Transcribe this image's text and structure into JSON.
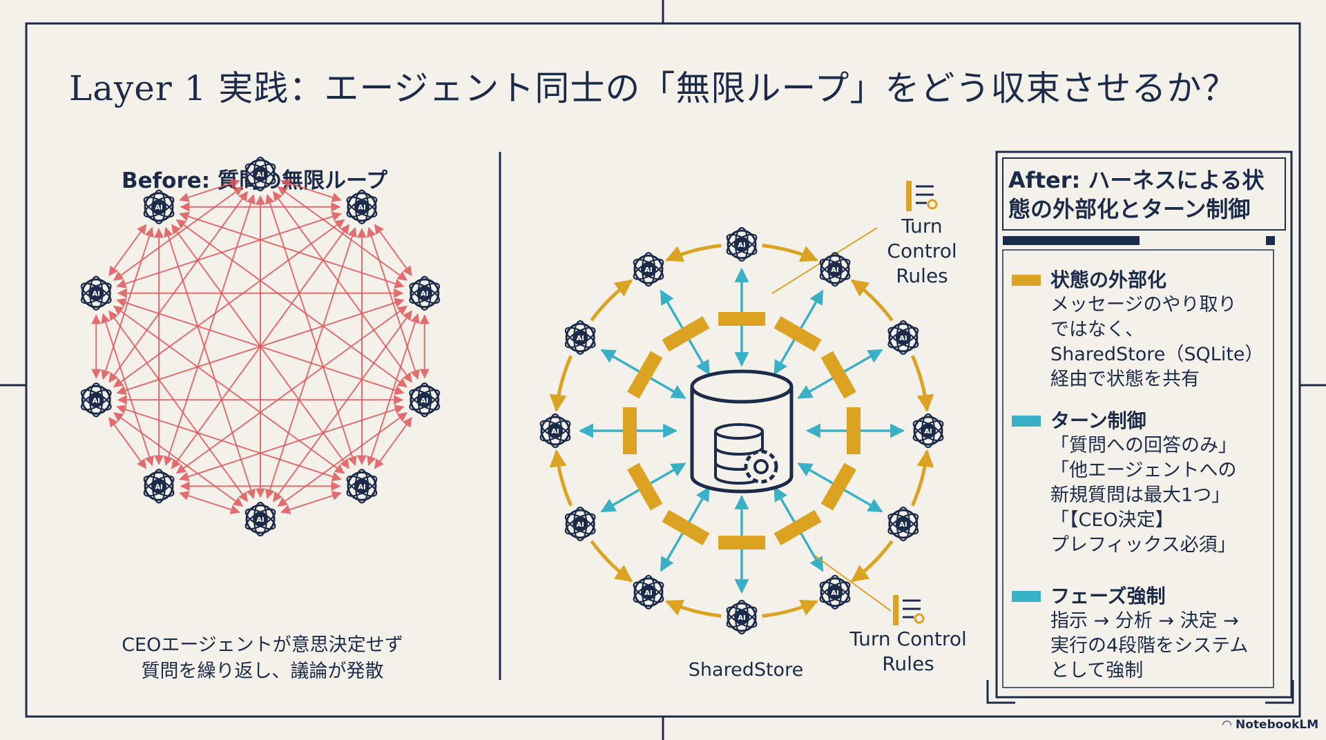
{
  "title": "Layer 1 実践：エージェント同士の「無限ループ」をどう収束させるか？",
  "before": {
    "heading": "Before: 質問の無限ループ",
    "caption": "CEOエージェントが意思決定せず\n質問を繰り返し、議論が発散",
    "node_label": "AI",
    "arrow_color": "#e0575a"
  },
  "center": {
    "store_label": "SharedStore",
    "rules_top": "Turn\nControl\nRules",
    "rules_bottom": "Turn Control\nRules",
    "cyan": "#3ab0c6",
    "gold": "#dca323"
  },
  "after": {
    "heading": "After: ハーネスによる状態の外部化とターン制御",
    "items": [
      {
        "title": "状態の外部化",
        "color": "#dca323",
        "body": "メッセージのやり取り\nではなく、\nSharedStore（SQLite）\n経由で状態を共有"
      },
      {
        "title": "ターン制御",
        "color": "#3ab0c6",
        "body": "「質問への回答のみ」\n「他エージェントへの\n新規質問は最大1つ」\n「【CEO決定】\nプレフィックス必須」"
      },
      {
        "title": "フェーズ強制",
        "color": "#3ab0c6",
        "body": "指示 → 分析 → 決定 →\n実行の4段階をシステム\nとして強制"
      }
    ]
  },
  "brand": "NotebookLM",
  "colors": {
    "navy": "#1c2b4a",
    "background": "#f3f1ea"
  }
}
